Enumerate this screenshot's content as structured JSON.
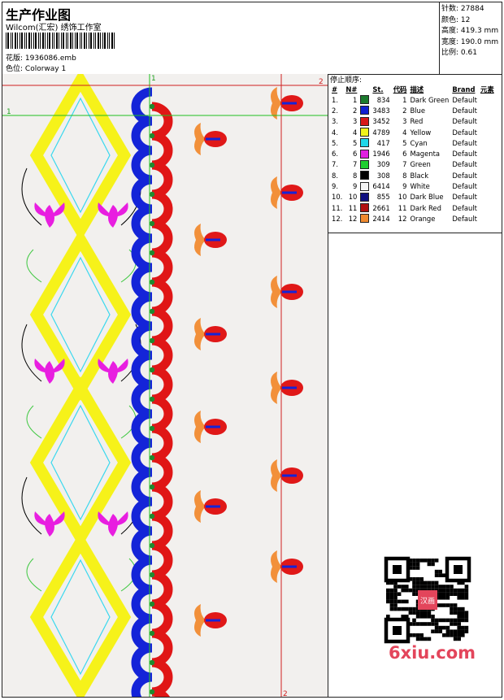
{
  "header": {
    "title": "生产作业图",
    "company": "Wilcom(汇宏) 绣饰工作室",
    "design_label": "花版:",
    "design_file": "1936086.emb",
    "colorway_label": "色位:",
    "colorway": "Colorway 1"
  },
  "stats": [
    {
      "label": "针数:",
      "value": "27884"
    },
    {
      "label": "颜色:",
      "value": "12"
    },
    {
      "label": "高度:",
      "value": "419.3 mm"
    },
    {
      "label": "宽度:",
      "value": "190.0 mm"
    },
    {
      "label": "比例:",
      "value": "0.61"
    }
  ],
  "design_markers": {
    "v1": "1",
    "v2": "2",
    "h1": "1",
    "h2": "2",
    "bottom": "2"
  },
  "stop_sequence": {
    "title": "停止顺序:",
    "headers": [
      "#",
      "N#",
      "St.",
      "代码",
      "描述",
      "Brand",
      "元素"
    ],
    "rows": [
      {
        "idx": "1.",
        "n": "1",
        "color": "#1b7a2e",
        "st": "834",
        "code": "1",
        "desc": "Dark Green",
        "brand": "Default"
      },
      {
        "idx": "2.",
        "n": "2",
        "color": "#1020d0",
        "st": "3483",
        "code": "2",
        "desc": "Blue",
        "brand": "Default"
      },
      {
        "idx": "3.",
        "n": "3",
        "color": "#d81818",
        "st": "3452",
        "code": "3",
        "desc": "Red",
        "brand": "Default"
      },
      {
        "idx": "4.",
        "n": "4",
        "color": "#f2f21c",
        "st": "4789",
        "code": "4",
        "desc": "Yellow",
        "brand": "Default"
      },
      {
        "idx": "5.",
        "n": "5",
        "color": "#20d8e8",
        "st": "417",
        "code": "5",
        "desc": "Cyan",
        "brand": "Default"
      },
      {
        "idx": "6.",
        "n": "6",
        "color": "#e020e0",
        "st": "1946",
        "code": "6",
        "desc": "Magenta",
        "brand": "Default"
      },
      {
        "idx": "7.",
        "n": "7",
        "color": "#20d030",
        "st": "309",
        "code": "7",
        "desc": "Green",
        "brand": "Default"
      },
      {
        "idx": "8.",
        "n": "8",
        "color": "#000000",
        "st": "308",
        "code": "8",
        "desc": "Black",
        "brand": "Default"
      },
      {
        "idx": "9.",
        "n": "9",
        "color": "#f4f4f4",
        "st": "6414",
        "code": "9",
        "desc": "White",
        "brand": "Default"
      },
      {
        "idx": "10.",
        "n": "10",
        "color": "#101080",
        "st": "855",
        "code": "10",
        "desc": "Dark Blue",
        "brand": "Default"
      },
      {
        "idx": "11.",
        "n": "11",
        "color": "#b01010",
        "st": "2661",
        "code": "11",
        "desc": "Dark Red",
        "brand": "Default"
      },
      {
        "idx": "12.",
        "n": "12",
        "color": "#f08a30",
        "st": "2414",
        "code": "12",
        "desc": "Orange",
        "brand": "Default"
      }
    ]
  },
  "watermark": "6xiu.com",
  "qr_stamp": "汉画"
}
